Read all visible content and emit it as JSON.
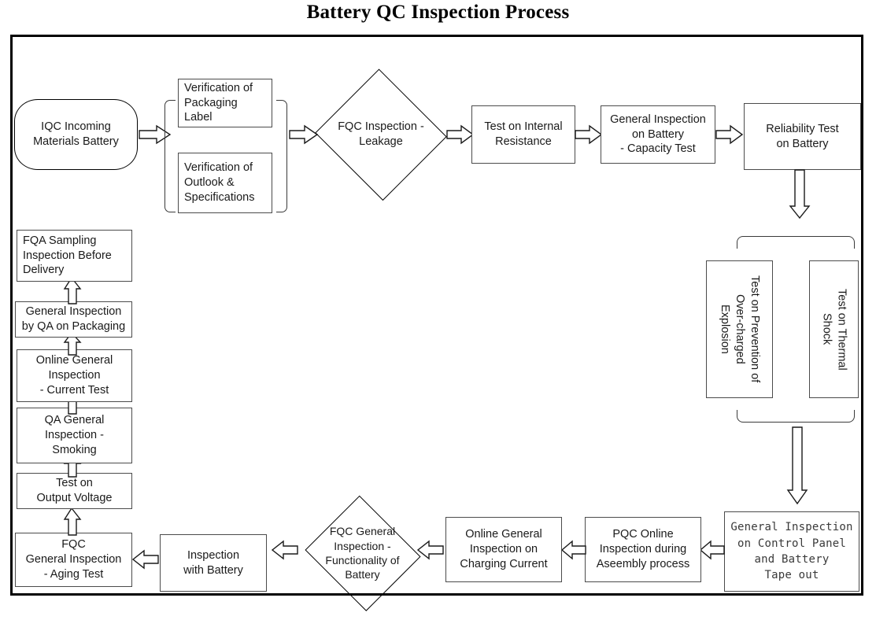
{
  "title": "Battery QC Inspection Process",
  "nodes": {
    "iqc_incoming": "IQC Incoming\nMaterials Battery",
    "verify_packaging_label": "Verification of\nPackaging Label",
    "verify_outlook_specs": "Verification of\nOutlook &\nSpecifications",
    "fqc_leakage": "FQC Inspection -\nLeakage",
    "internal_resistance": "Test on Internal\nResistance",
    "capacity_test": "General Inspection\non Battery\n- Capacity Test",
    "reliability_test": "Reliability Test\non Battery",
    "overcharge_explosion": "Test on Prevention of\nOver-charged\nExplosion",
    "thermal_shock": "Test on Thermal\nShock",
    "control_panel_tapeout": "General Inspection\non Control Panel\nand Battery\nTape out",
    "pqc_assembly": "PQC Online\nInspection during\nAseembly process",
    "charging_current": "Online General\nInspection on\nCharging Current",
    "fqc_functionality": "FQC General\nInspection -\nFunctionality of\nBattery",
    "inspection_with_battery": "Inspection\nwith Battery",
    "fqc_aging_test": "FQC\nGeneral Inspection\n- Aging Test",
    "output_voltage": "Test on\nOutput Voltage",
    "qa_smoking": "QA General\nInspection -\nSmoking",
    "current_test": "Online General\nInspection\n- Current Test",
    "qa_packaging": "General Inspection\nby QA on Packaging",
    "fqa_sampling": "FQA Sampling\nInspection Before\nDelivery"
  },
  "connectors": {
    "iqc_to_verify": "arrow-right",
    "verify_to_fqc": "arrow-right",
    "fqc_to_resistance": "arrow-right",
    "resistance_to_capacity": "arrow-right",
    "capacity_to_reliability": "arrow-right",
    "reliability_to_branch": "arrow-down",
    "branch_to_tapeout": "arrow-down",
    "tapeout_to_pqc": "arrow-left",
    "pqc_to_charging": "arrow-left",
    "charging_to_fqc_func": "arrow-left",
    "fqc_func_to_inspection": "arrow-left",
    "inspection_to_aging": "arrow-left",
    "aging_to_voltage": "arrow-up",
    "voltage_to_smoking": "arrow-up",
    "smoking_to_current": "arrow-up",
    "current_to_packaging": "arrow-up",
    "packaging_to_fqa": "arrow-up"
  },
  "colors": {
    "frame": "#000000",
    "node_border": "#4b4b4b",
    "text": "#1a1a1a",
    "background": "#ffffff"
  }
}
